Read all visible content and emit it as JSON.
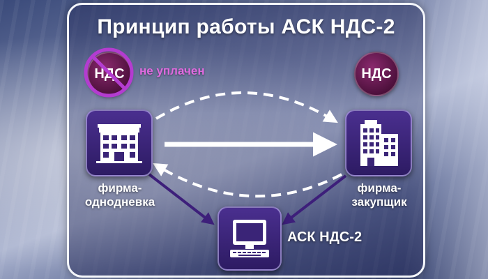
{
  "title": "Принцип работы АСК НДС-2",
  "vat_left": {
    "text": "НДС",
    "status_label": "не уплачен"
  },
  "vat_right": {
    "text": "НДС"
  },
  "nodes": {
    "shell_company": {
      "label_line1": "фирма-",
      "label_line2": "однодневка"
    },
    "buyer_company": {
      "label_line1": "фирма-",
      "label_line2": "закупщик"
    },
    "system": {
      "label": "АСК НДС-2"
    }
  },
  "colors": {
    "panel_border": "#f4f6fb",
    "icon_box": "#3a2477",
    "vat_badge": "#5e1748",
    "strike": "#b43cd0",
    "unpaid_text": "#e06be0",
    "arrow_dark": "#3d1f7a",
    "arrow_light": "#ffffff"
  },
  "icons": [
    "building-small-icon",
    "building-large-icon",
    "computer-icon"
  ]
}
